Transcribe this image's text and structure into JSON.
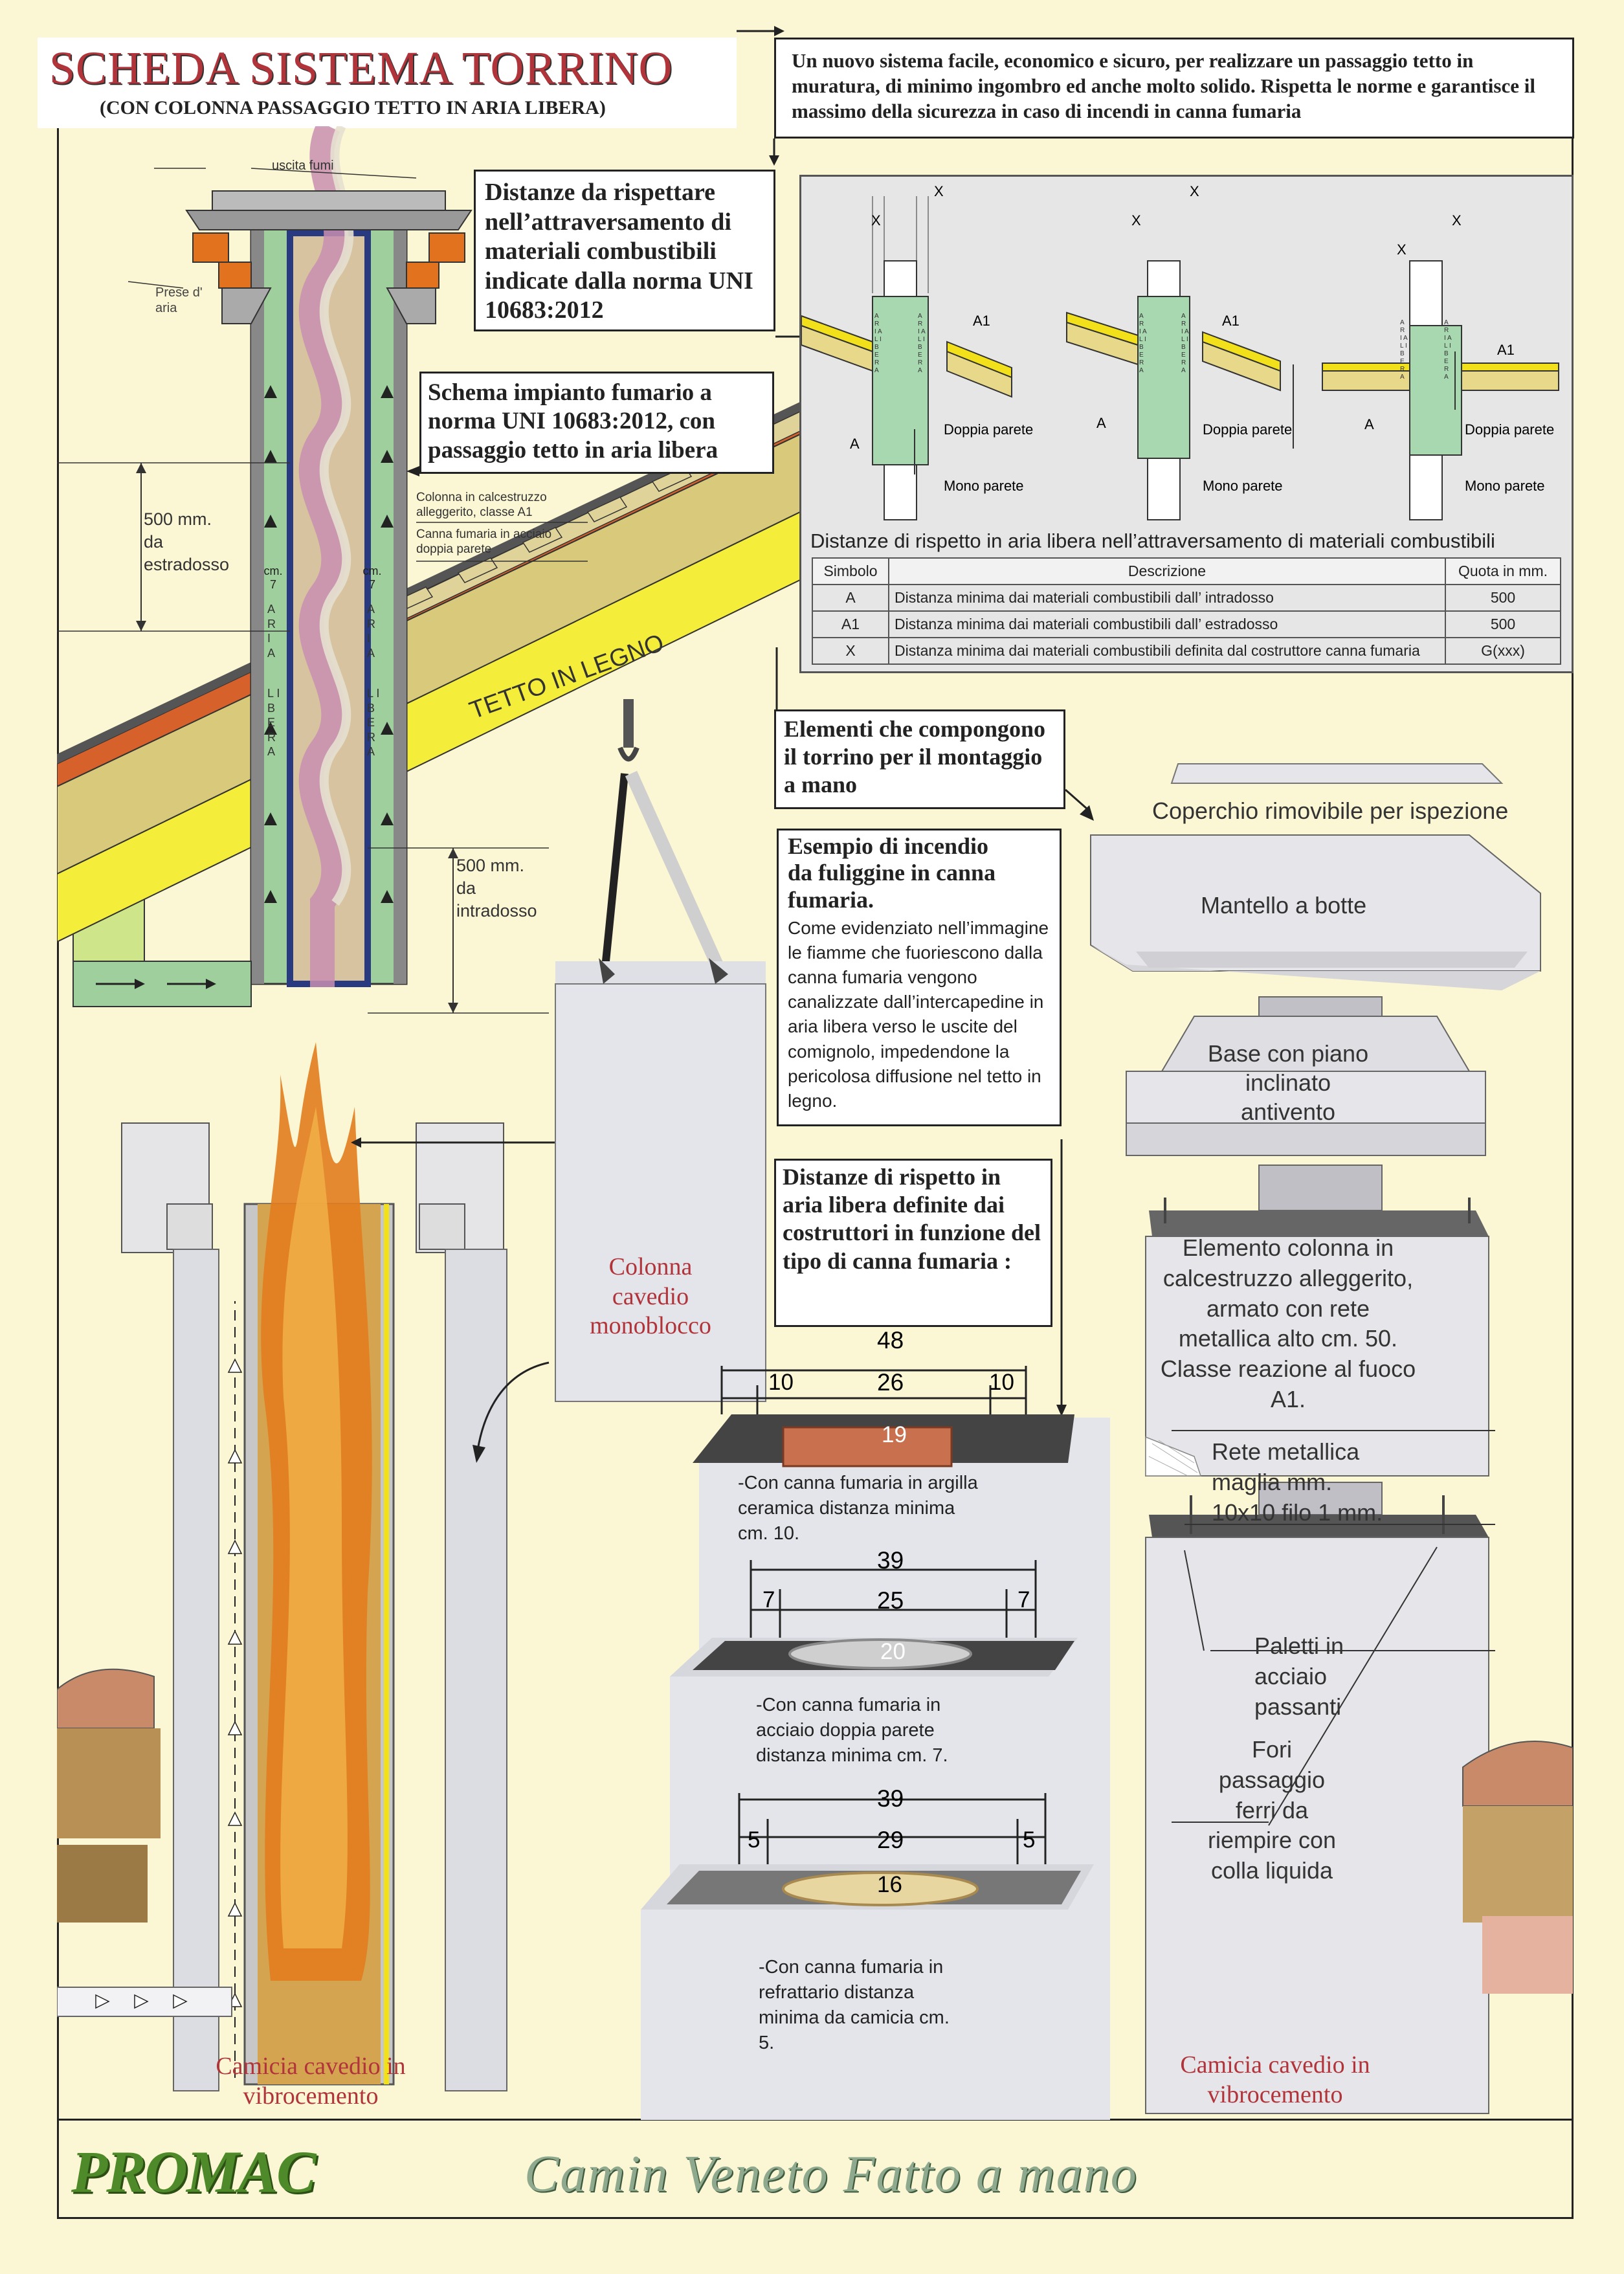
{
  "header": {
    "title": "SCHEDA SISTEMA TORRINO",
    "subtitle": "(CON COLONNA PASSAGGIO TETTO IN ARIA LIBERA)",
    "intro": "Un nuovo sistema facile, economico e sicuro, per realizzare un passaggio tetto in muratura, di minimo ingombro ed anche molto solido. Rispetta le norme e garantisce il massimo della sicurezza in caso di incendi in canna fumaria"
  },
  "chimney_diagram": {
    "uscita_fumi": "uscita fumi",
    "prese_aria": "Prese d' aria",
    "cm7": "cm. 7",
    "aria": "A R I A",
    "libera": "L I B E R A",
    "colonna_label": "Colonna in calcestruzzo alleggerito, classe A1",
    "canna_label": "Canna fumaria in acciaio doppia parete",
    "estradosso": "500 mm. da estradosso",
    "intradosso": "500 mm. da intradosso",
    "tetto": "TETTO IN LEGNO"
  },
  "callouts": {
    "distanze": "Distanze da rispettare nell’attraversamento di materiali combustibili indicate dalla norma UNI 10683:2012",
    "schema": "Schema impianto fumario a norma UNI 10683:2012, con passaggio tetto in aria libera",
    "elementi": "Elementi che compongono il torrino per il montaggio a mano",
    "esempio_title": "Esempio di incendio da fuliggine in canna fumaria.",
    "esempio_body": "Come evidenziato nell’immagine le fiamme che fuoriescono dalla canna fumaria vengono canalizzate dall’intercapedine in aria libera verso le uscite del comignolo, impedendone la pericolosa diffusione nel tetto in legno.",
    "rispetto": "Distanze di rispetto in aria libera definite dai costruttori in funzione del tipo di canna fumaria :"
  },
  "norm_panel": {
    "x": "X",
    "a": "A",
    "a1": "A1",
    "aria_libera": "A R I A L I B E R A",
    "doppia": "Doppia parete",
    "mono": "Mono parete",
    "table_title": "Distanze di rispetto in aria libera nell’attraversamento di materiali combustibili",
    "headers": [
      "Simbolo",
      "Descrizione",
      "Quota in mm."
    ],
    "rows": [
      [
        "A",
        "Distanza minima dai materiali combustibili dall’ intradosso",
        "500"
      ],
      [
        "A1",
        "Distanza minima dai materiali combustibili dall’ estradosso",
        "500"
      ],
      [
        "X",
        "Distanza minima dai materiali combustibili definita dal costruttore canna fumaria",
        "G(xxx)"
      ]
    ]
  },
  "components": {
    "coperchio": "Coperchio rimovibile per ispezione",
    "mantello": "Mantello a botte",
    "base": "Base con piano inclinato antivento",
    "elemento": "Elemento colonna in calcestruzzo alleggerito, armato con rete metallica alto cm. 50. Classe reazione al fuoco A1.",
    "rete": "Rete metallica maglia mm. 10x10 filo 1 mm.",
    "paletti": "Paletti in acciaio passanti",
    "fori": "Fori passaggio ferri da riempire con colla liquida",
    "camicia_right": "Camicia cavedio in vibrocemento"
  },
  "column_labels": {
    "colonna_cavedio": "Colonna cavedio monoblocco",
    "camicia_left": "Camicia cavedio in vibrocemento"
  },
  "sizes": [
    {
      "total": "48",
      "side": "10",
      "inner": "26",
      "flue": "19",
      "note": "-Con canna fumaria in argilla ceramica distanza minima cm. 10."
    },
    {
      "total": "39",
      "side": "7",
      "inner": "25",
      "flue": "20",
      "note": "-Con canna fumaria in acciaio doppia parete distanza minima cm. 7."
    },
    {
      "total": "39",
      "side": "5",
      "inner": "29",
      "flue": "16",
      "note": "-Con canna fumaria in refrattario distanza minima da camicia cm. 5."
    }
  ],
  "footer": {
    "brand": "PROMAC",
    "slogan": "Camin Veneto Fatto a mano"
  },
  "colors": {
    "background": "#fbf6d3",
    "brand_green": "#4f8a2a",
    "red_text": "#b0343a",
    "air_green": "#a8d8b0",
    "roof_yellow": "#f2e11a"
  }
}
